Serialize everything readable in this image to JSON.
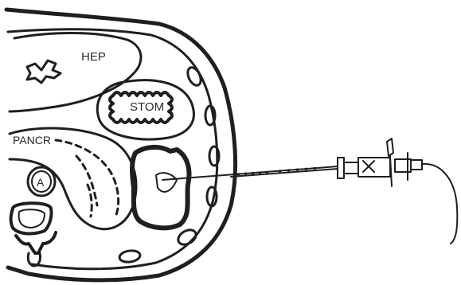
{
  "labels": {
    "liver": "HEP",
    "stomach": "STOM",
    "pancreas": "PANCR",
    "aorta": "A"
  },
  "colors": {
    "ink": "#1f1f1f",
    "background": "#ffffff",
    "needle_fill": "#f2f2f2"
  }
}
